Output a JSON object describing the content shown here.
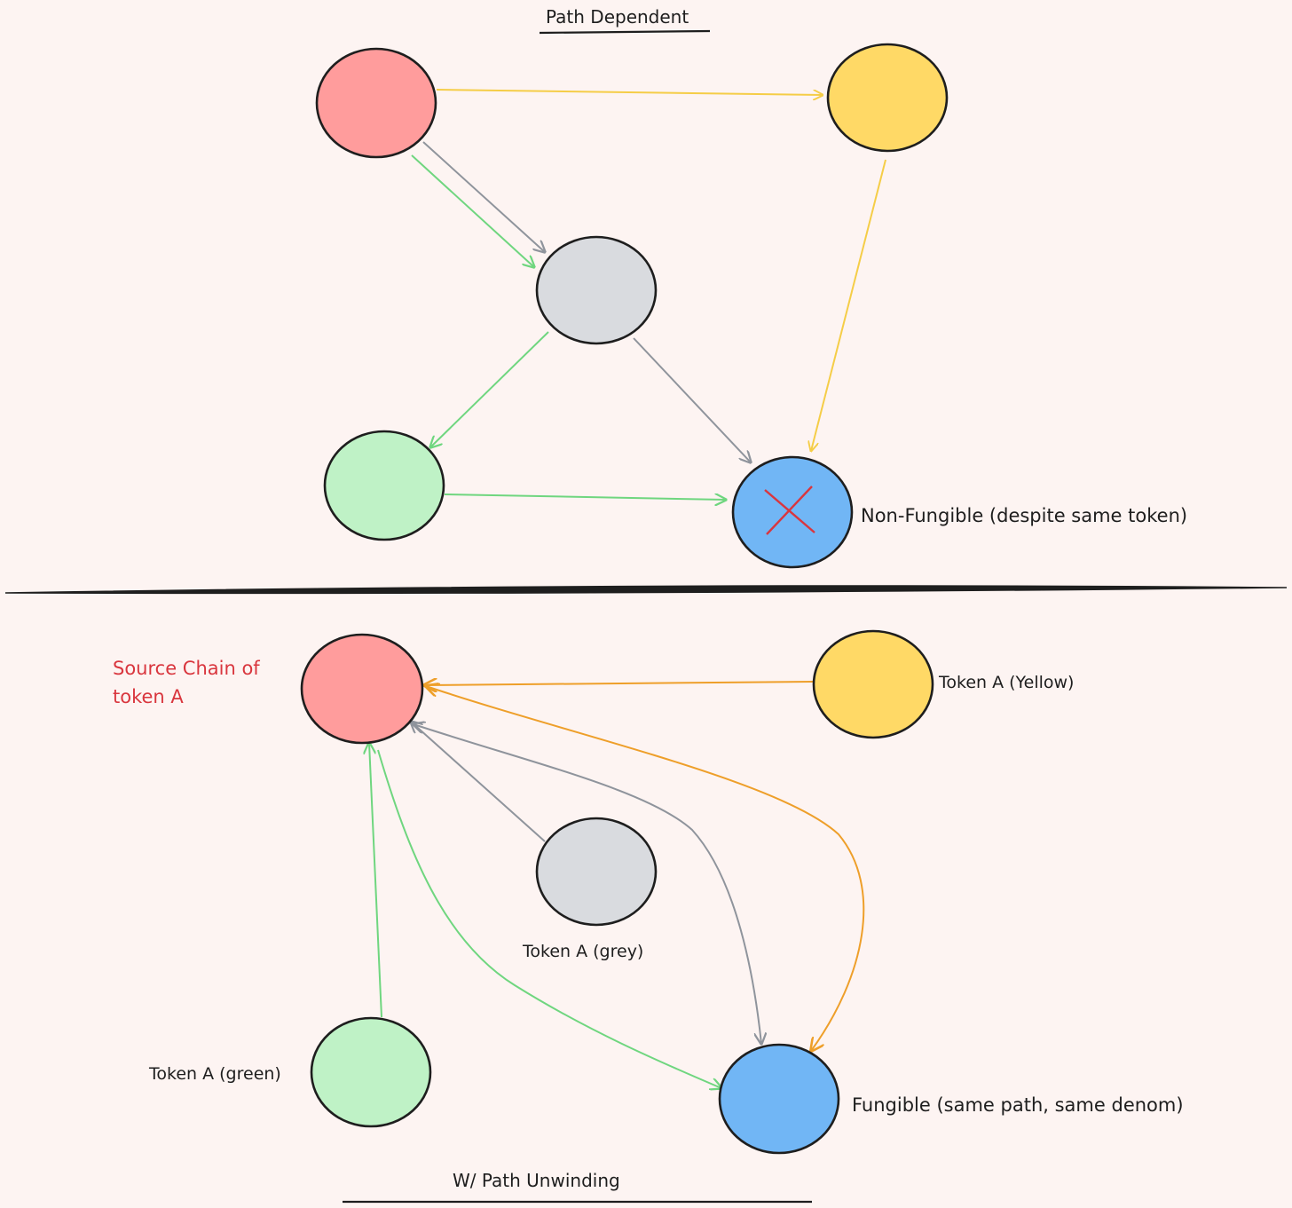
{
  "titles": {
    "top": "Path Dependent",
    "bottom": "W/ Path Unwinding"
  },
  "labels": {
    "non_fungible": "Non-Fungible (despite same token)",
    "source_chain_line1": "Source Chain of",
    "source_chain_line2": "token A",
    "token_yellow": "Token A (Yellow)",
    "token_grey": "Token A (grey)",
    "token_green": "Token A (green)",
    "fungible": "Fungible (same path, same denom)"
  },
  "colors": {
    "background": "#fdf4f2",
    "red_node": "#ff9c9c",
    "yellow_node": "#ffd966",
    "grey_node": "#d9dbdf",
    "green_node": "#bff2c6",
    "blue_node": "#71b6f5",
    "outline": "#1e1e1e",
    "edge_yellow": "#f5cd47",
    "edge_grey": "#8f949c",
    "edge_green": "#6fd67f",
    "edge_orange": "#ee9f2a",
    "cross": "#d9363e",
    "source_label": "#d9363e"
  }
}
